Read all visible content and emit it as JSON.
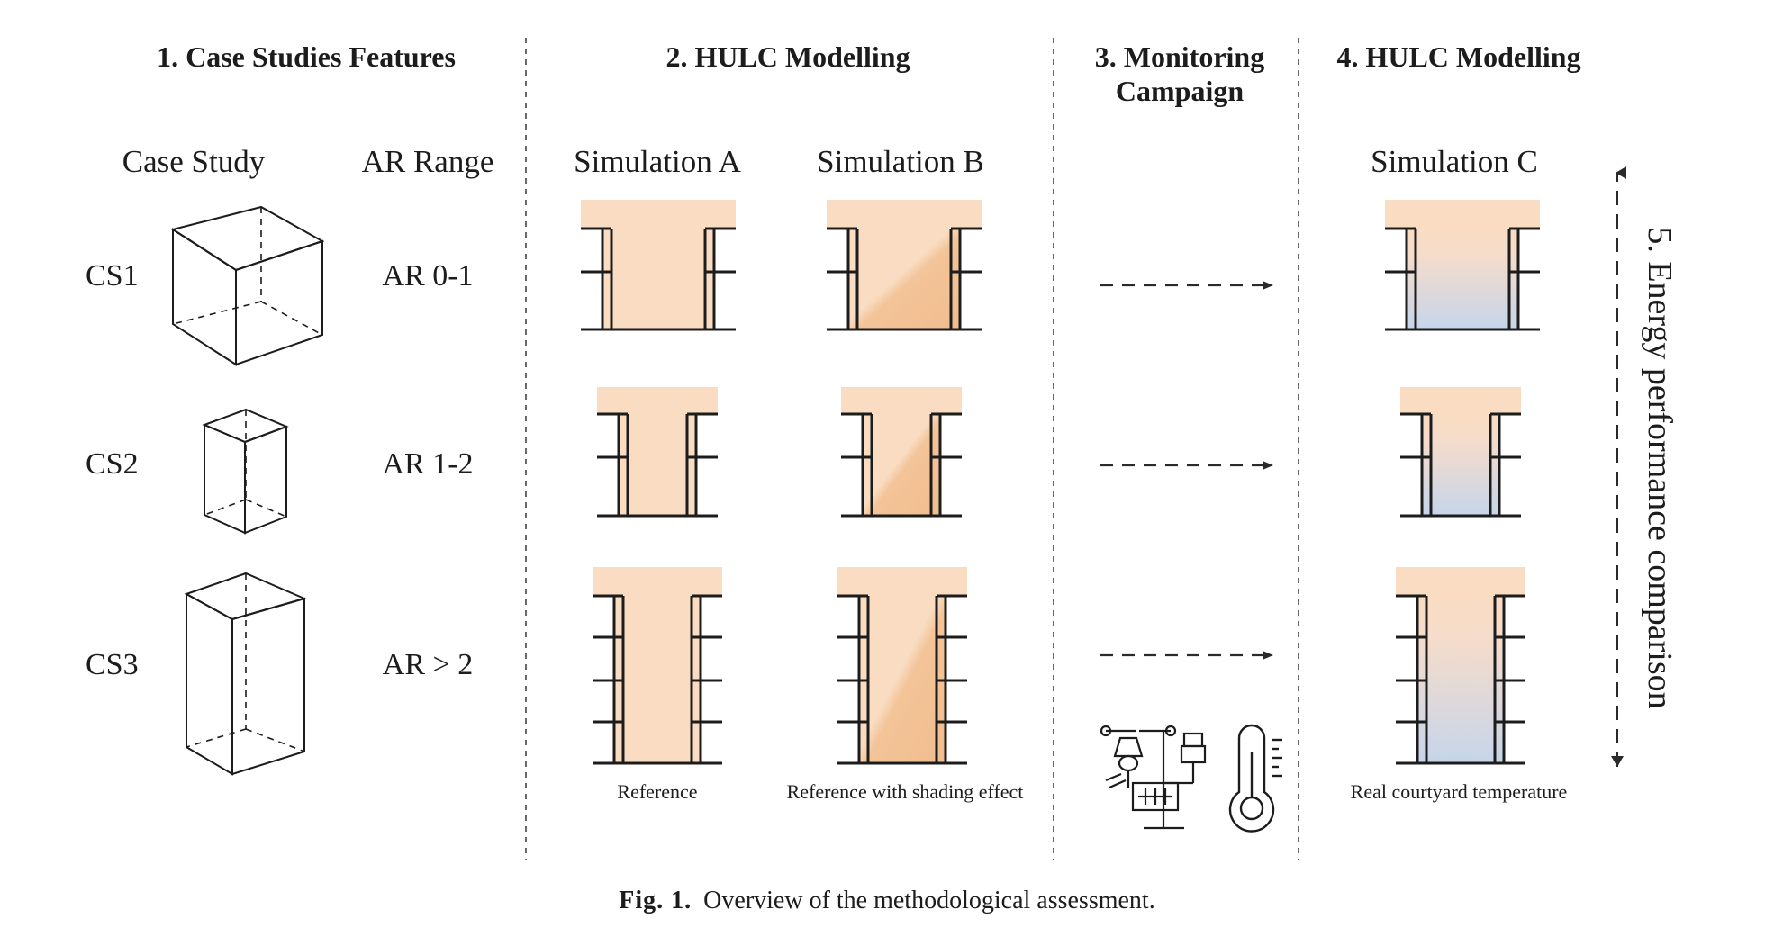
{
  "sections": {
    "s1": "1. Case Studies Features",
    "s2": "2. HULC Modelling",
    "s3_line1": "3. Monitoring",
    "s3_line2": "Campaign",
    "s4": "4. HULC Modelling",
    "s5": "5. Energy performance comparison"
  },
  "columns": {
    "case_study": "Case Study",
    "ar_range": "AR Range",
    "sim_a": "Simulation A",
    "sim_b": "Simulation B",
    "sim_c": "Simulation C"
  },
  "cases": [
    {
      "id": "CS1",
      "ar": "AR 0-1"
    },
    {
      "id": "CS2",
      "ar": "AR 1-2"
    },
    {
      "id": "CS3",
      "ar": "AR > 2"
    }
  ],
  "bottom_labels": {
    "sim_a": "Reference",
    "sim_b": "Reference with shading effect",
    "sim_c": "Real courtyard temperature"
  },
  "caption": {
    "label": "Fig. 1.",
    "text": "Overview of the methodological assessment."
  },
  "colors": {
    "peach": "#f9dcc2",
    "shade": "#f3c498",
    "cool": "#c9d7ea",
    "line": "#2a2a2a"
  }
}
